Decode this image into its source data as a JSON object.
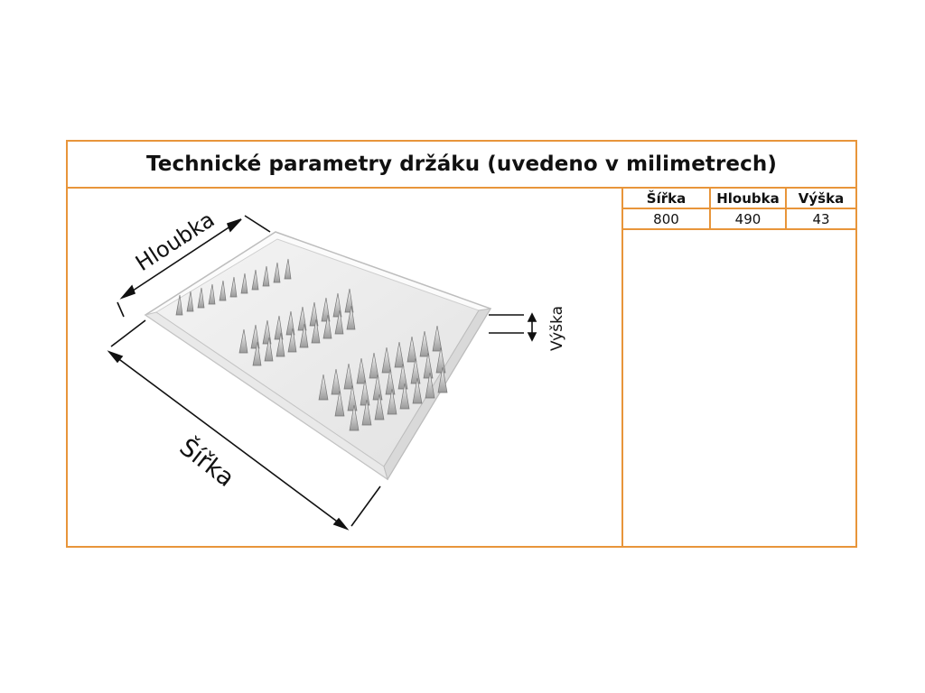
{
  "title": "Technické parametry držáku (uvedeno v milimetrech)",
  "table": {
    "headers": [
      "Šířka",
      "Hloubka",
      "Výška"
    ],
    "values": [
      "800",
      "490",
      "43"
    ]
  },
  "labels": {
    "depth": "Hloubka",
    "width": "Šířka",
    "height": "Výška"
  },
  "colors": {
    "border": "#e8953a"
  }
}
